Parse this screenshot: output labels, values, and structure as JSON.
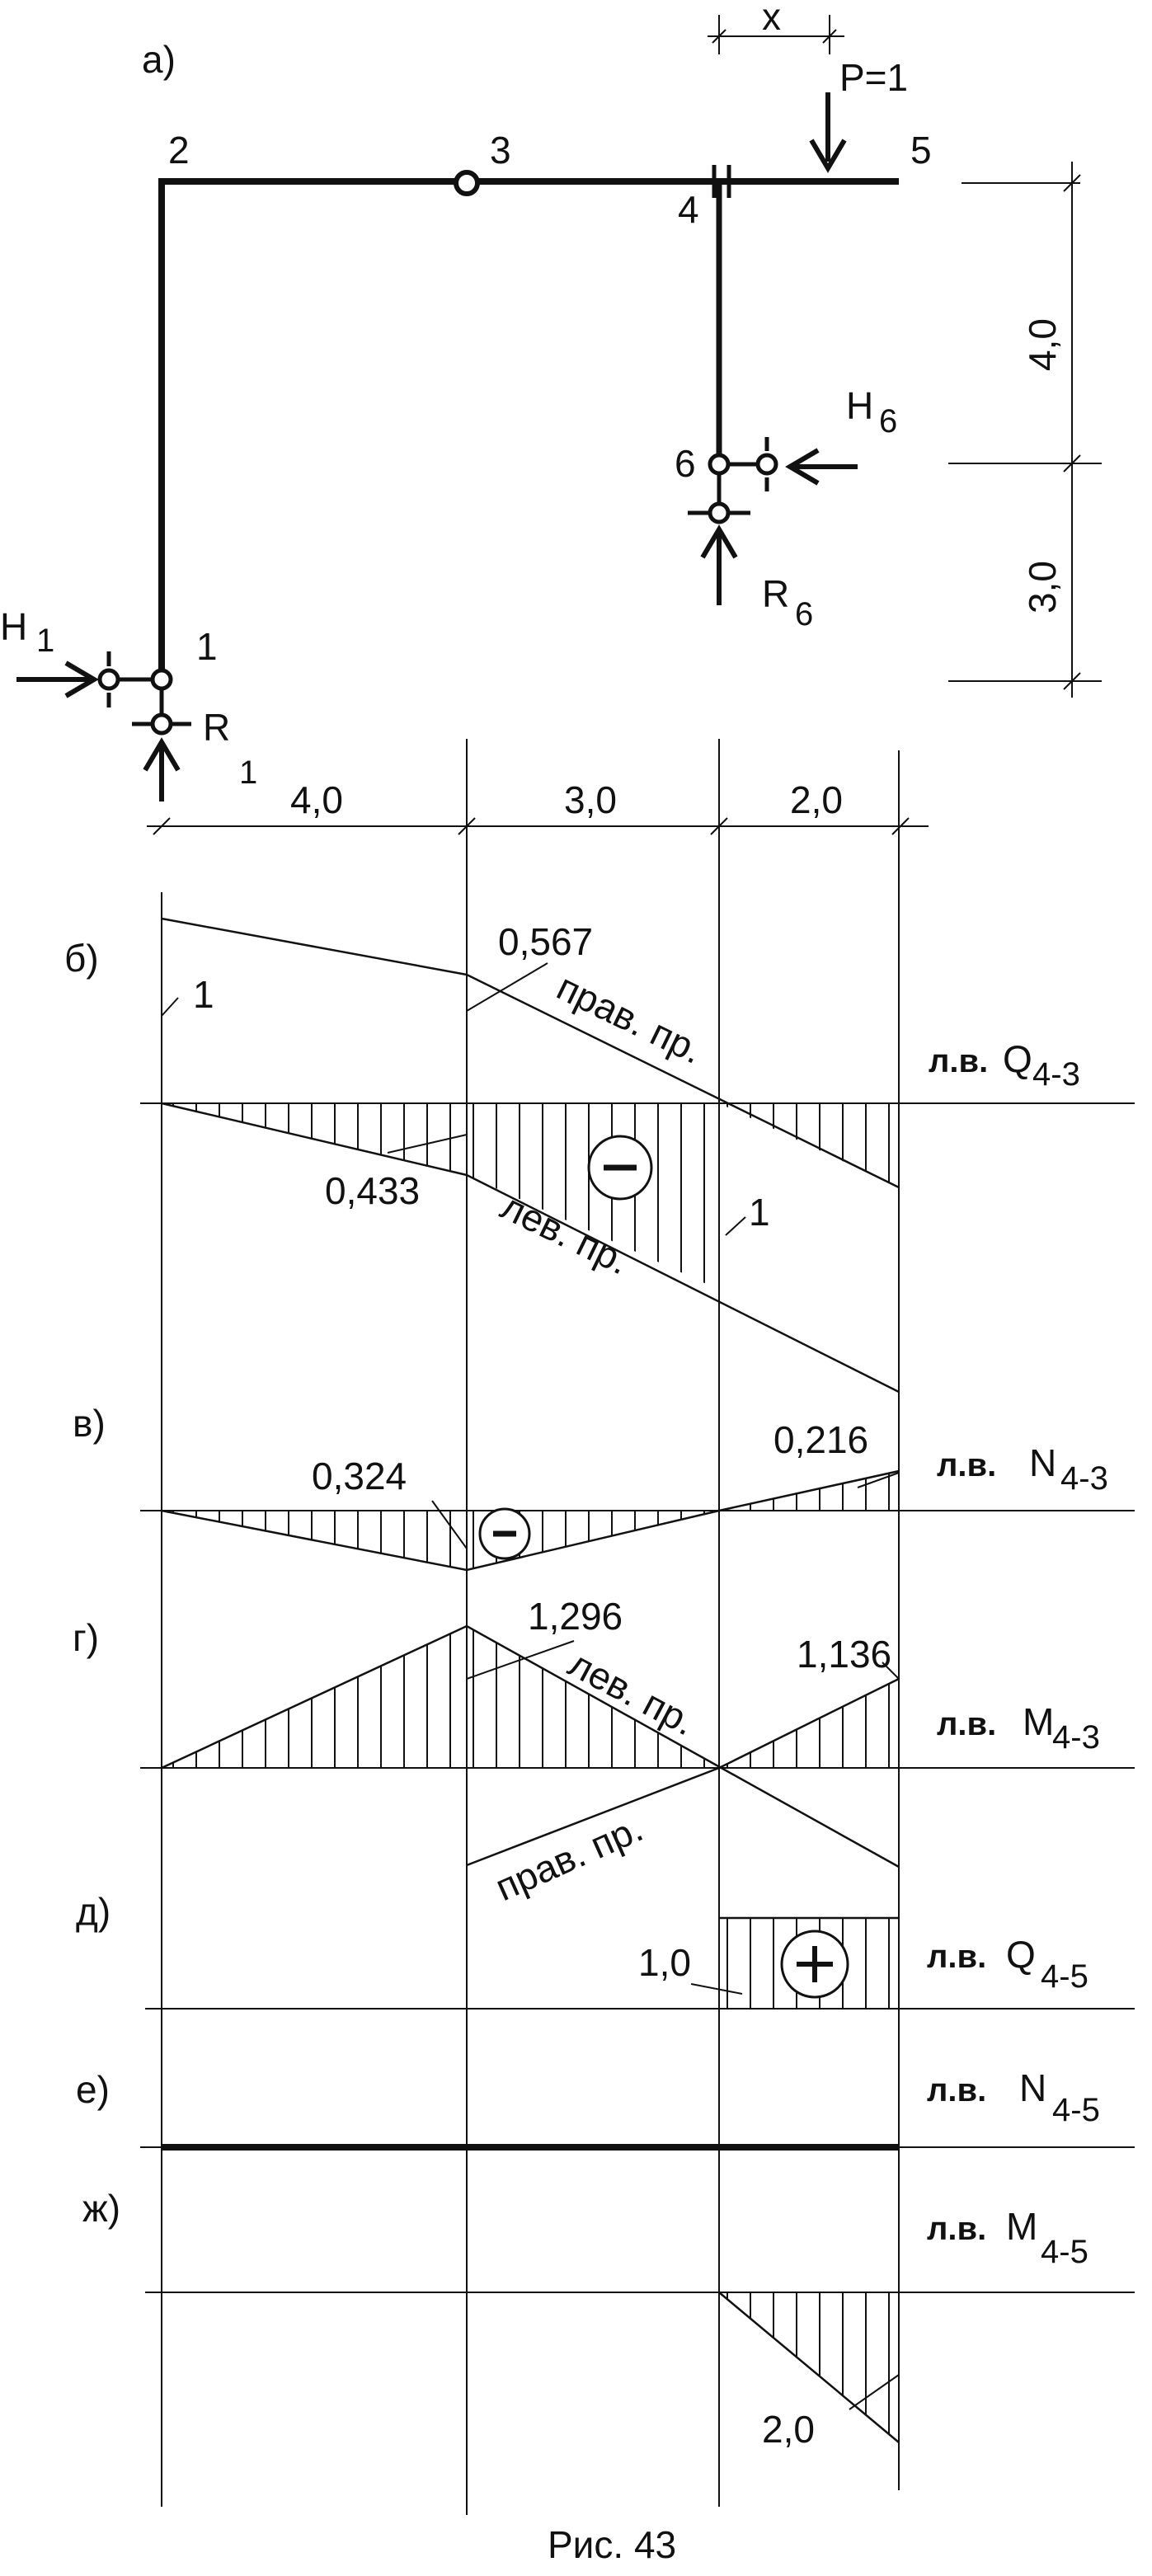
{
  "scheme": {
    "panel_label": "а)",
    "node_labels": [
      "1",
      "2",
      "3",
      "4",
      "5",
      "6"
    ],
    "load": "P=1",
    "moving_coord": "x",
    "reactions": {
      "H1": {
        "main": "H",
        "sub": "1"
      },
      "R1": {
        "main": "R",
        "sub": "1"
      },
      "H6": {
        "main": "H",
        "sub": "6"
      },
      "R6": {
        "main": "R",
        "sub": "6"
      }
    },
    "spans": [
      "4,0",
      "3,0",
      "2,0"
    ],
    "heights": [
      "4,0",
      "3,0"
    ]
  },
  "diagrams": [
    {
      "panel": "б)",
      "title_prefix": "л.в.",
      "title_main": "Q",
      "title_sub": "4-3",
      "values": [
        "1",
        "0,567",
        "0,433",
        "1"
      ],
      "branch_labels": [
        "прав. пр.",
        "лев. пр."
      ],
      "sign": "−"
    },
    {
      "panel": "в)",
      "title_prefix": "л.в.",
      "title_main": "N",
      "title_sub": "4-3",
      "values": [
        "0,324",
        "0,216"
      ],
      "sign": "−"
    },
    {
      "panel": "г)",
      "title_prefix": "л.в.",
      "title_main": "M",
      "title_sub": "4-3",
      "values": [
        "1,296",
        "1,136"
      ],
      "branch_labels": [
        "лев. пр.",
        "прав. пр."
      ]
    },
    {
      "panel": "д)",
      "title_prefix": "л.в.",
      "title_main": "Q",
      "title_sub": "4-5",
      "values": [
        "1,0"
      ],
      "sign": "+"
    },
    {
      "panel": "е)",
      "title_prefix": "л.в.",
      "title_main": "N",
      "title_sub": "4-5"
    },
    {
      "panel": "ж)",
      "title_prefix": "л.в.",
      "title_main": "M",
      "title_sub": "4-5",
      "values": [
        "2,0"
      ]
    }
  ],
  "caption": "Рис. 43"
}
